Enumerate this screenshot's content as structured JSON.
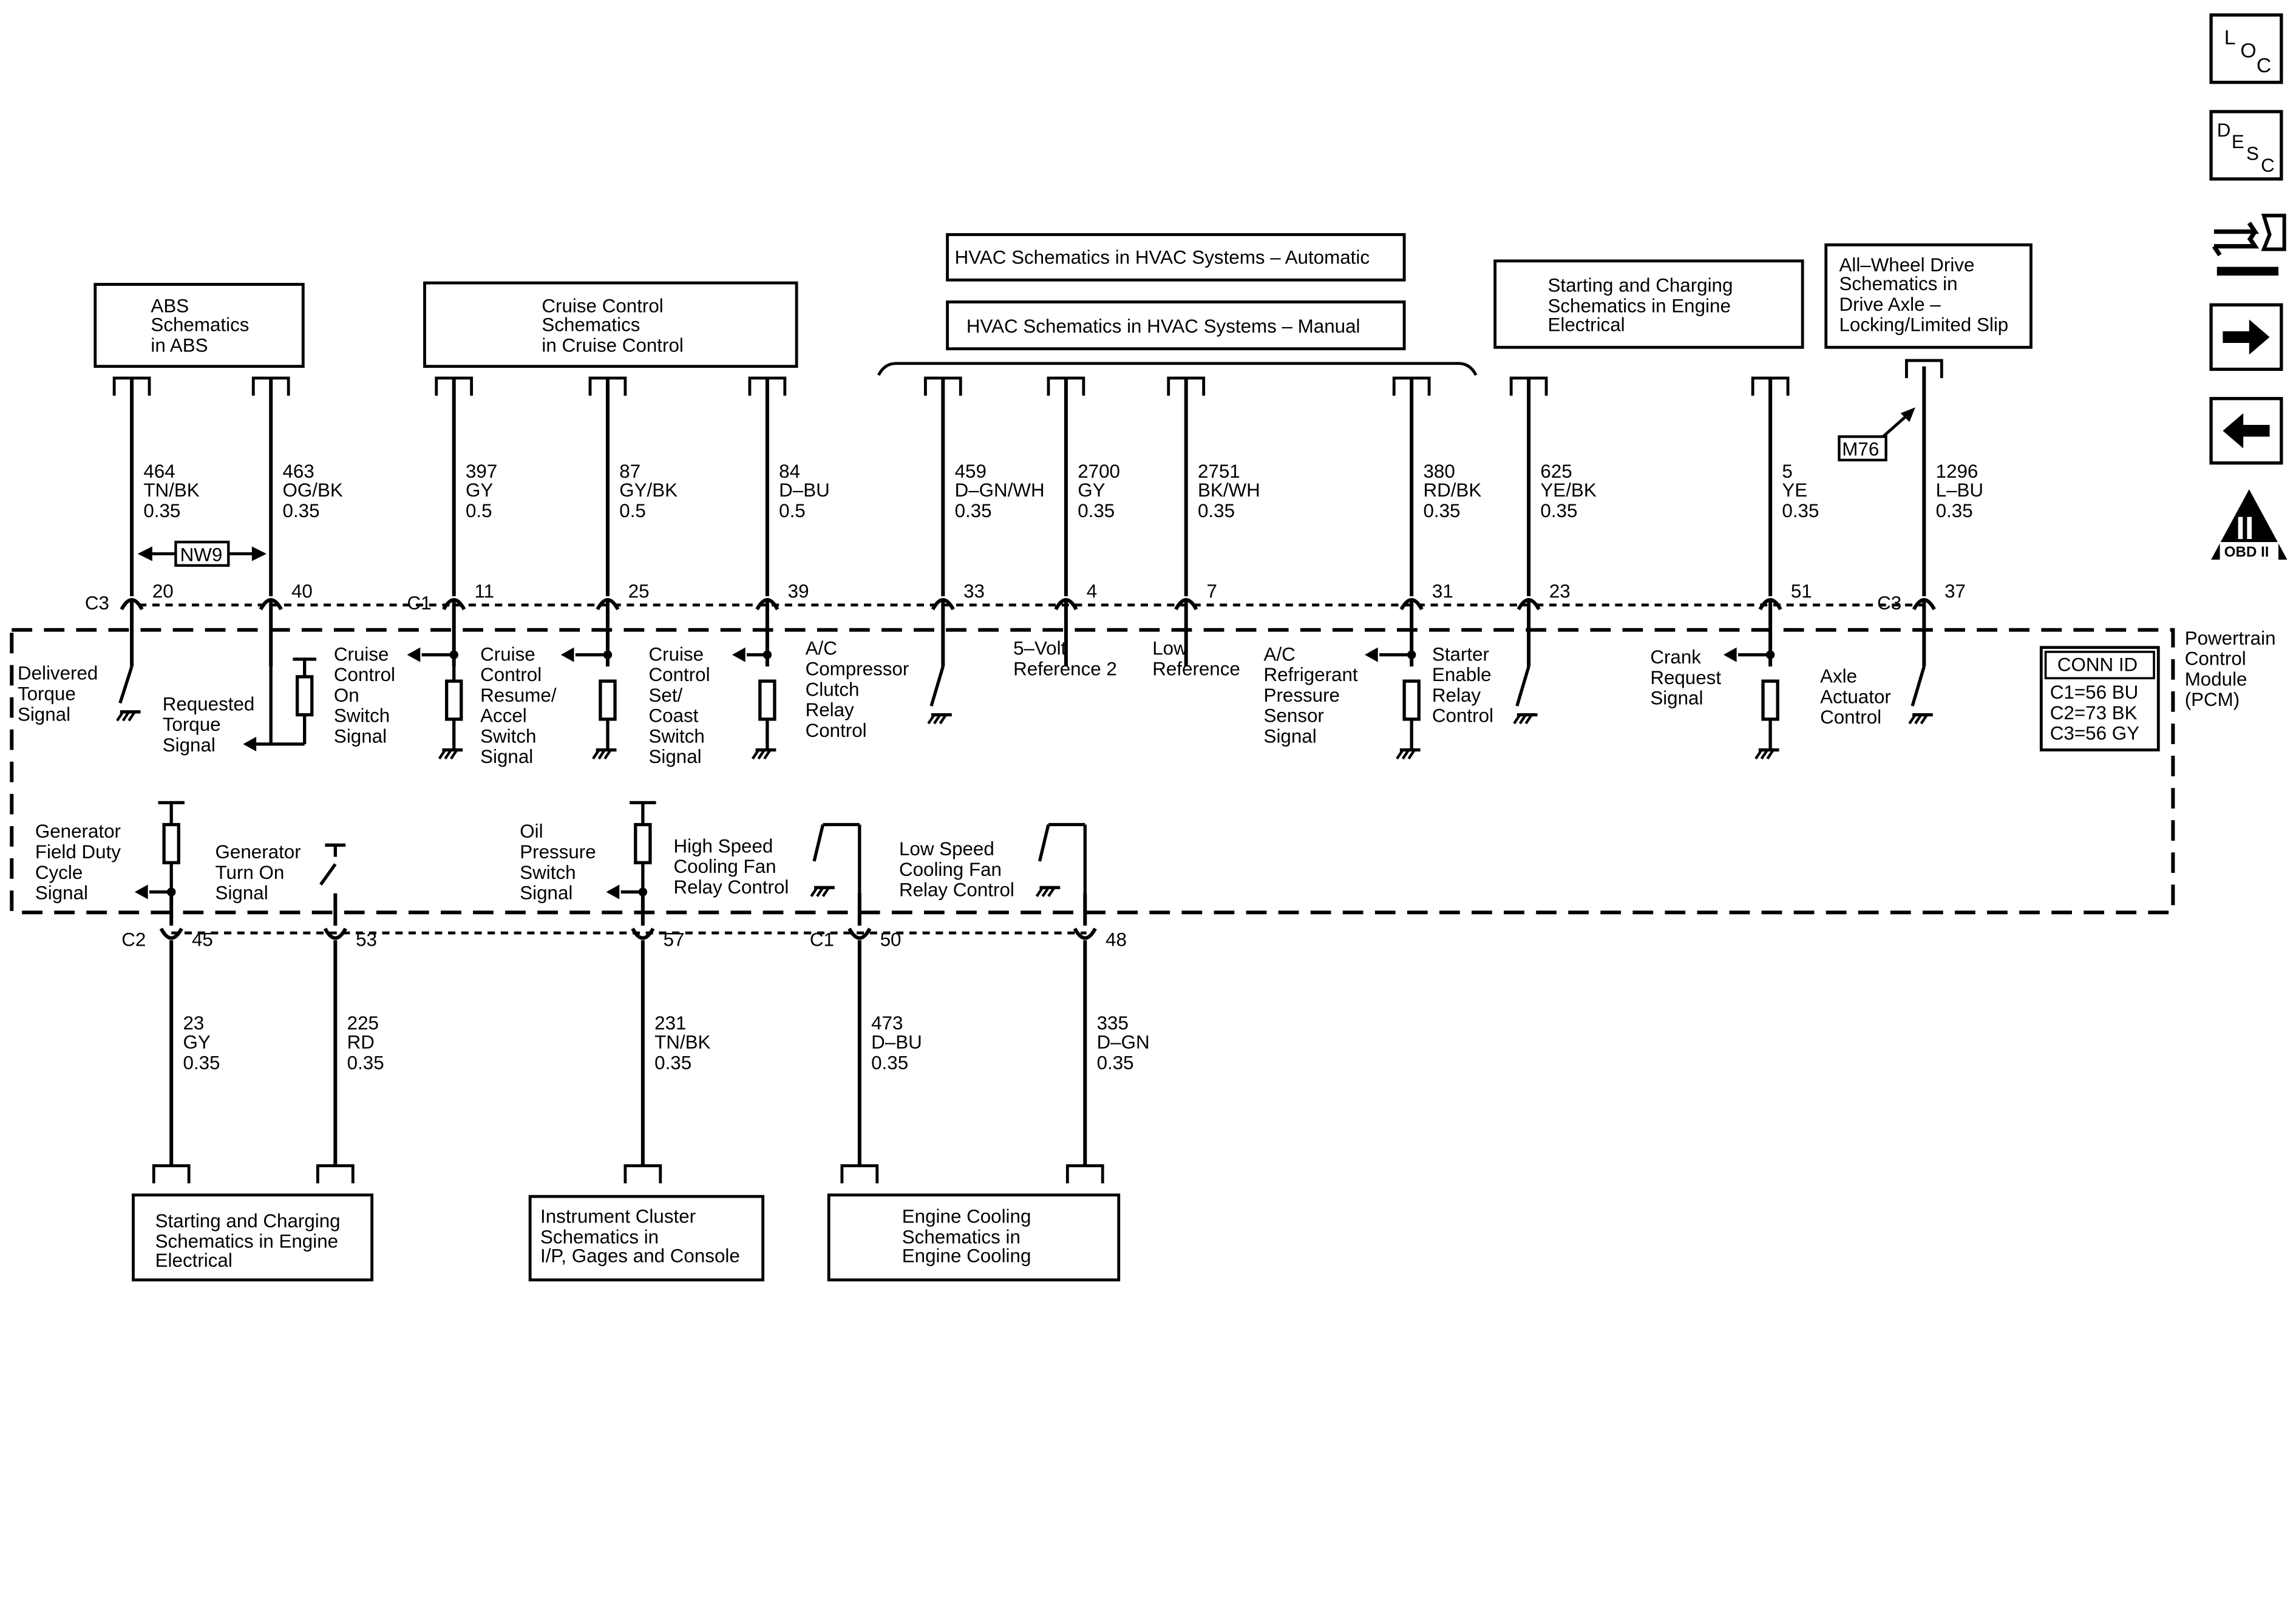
{
  "nav_icons": [
    {
      "name": "loc-icon",
      "letters": [
        "L",
        "O",
        "C"
      ]
    },
    {
      "name": "desc-icon",
      "letters": [
        "D",
        "E",
        "S",
        "C"
      ]
    },
    {
      "name": "connector-tool-icon"
    },
    {
      "name": "next-page-icon"
    },
    {
      "name": "previous-page-icon"
    },
    {
      "name": "obd2-icon",
      "roman": "II",
      "caption": "OBD II"
    }
  ],
  "boxes_top": [
    {
      "lines": [
        "ABS",
        "Schematics",
        "in ABS"
      ]
    },
    {
      "lines": [
        "Cruise Control",
        "Schematics",
        "in Cruise Control"
      ]
    },
    {
      "lines": [
        "HVAC Schematics in HVAC Systems – Automatic"
      ]
    },
    {
      "lines": [
        "HVAC Schematics in HVAC Systems – Manual"
      ]
    },
    {
      "lines": [
        "Starting and Charging",
        "Schematics in Engine",
        "Electrical"
      ]
    },
    {
      "lines": [
        "All–Wheel Drive",
        "Schematics in",
        "Drive Axle –",
        "Locking/Limited Slip"
      ]
    }
  ],
  "boxes_bottom": [
    {
      "lines": [
        "Starting and Charging",
        "Schematics in Engine",
        "Electrical"
      ]
    },
    {
      "lines": [
        "Instrument Cluster",
        "Schematics in",
        "I/P, Gages and Console"
      ]
    },
    {
      "lines": [
        "Engine Cooling",
        "Schematics in",
        "Engine Cooling"
      ]
    }
  ],
  "top_wires": [
    {
      "circuit": "464",
      "color": "TN/BK",
      "size": "0.35",
      "pin": "20",
      "connector": "C3"
    },
    {
      "circuit": "463",
      "color": "OG/BK",
      "size": "0.35",
      "pin": "40"
    },
    {
      "circuit": "397",
      "color": "GY",
      "size": "0.5",
      "pin": "11",
      "connector": "C1"
    },
    {
      "circuit": "87",
      "color": "GY/BK",
      "size": "0.5",
      "pin": "25"
    },
    {
      "circuit": "84",
      "color": "D–BU",
      "size": "0.5",
      "pin": "39"
    },
    {
      "circuit": "459",
      "color": "D–GN/WH",
      "size": "0.35",
      "pin": "33"
    },
    {
      "circuit": "2700",
      "color": "GY",
      "size": "0.35",
      "pin": "4"
    },
    {
      "circuit": "2751",
      "color": "BK/WH",
      "size": "0.35",
      "pin": "7"
    },
    {
      "circuit": "380",
      "color": "RD/BK",
      "size": "0.35",
      "pin": "31"
    },
    {
      "circuit": "625",
      "color": "YE/BK",
      "size": "0.35",
      "pin": "23"
    },
    {
      "circuit": "5",
      "color": "YE",
      "size": "0.35",
      "pin": "51"
    },
    {
      "circuit": "1296",
      "color": "L–BU",
      "size": "0.35",
      "pin": "37",
      "connector": "C3"
    }
  ],
  "bottom_wires": [
    {
      "circuit": "23",
      "color": "GY",
      "size": "0.35",
      "pin": "45",
      "connector": "C2"
    },
    {
      "circuit": "225",
      "color": "RD",
      "size": "0.35",
      "pin": "53"
    },
    {
      "circuit": "231",
      "color": "TN/BK",
      "size": "0.35",
      "pin": "57"
    },
    {
      "circuit": "473",
      "color": "D–BU",
      "size": "0.35",
      "pin": "50",
      "connector": "C1"
    },
    {
      "circuit": "335",
      "color": "D–GN",
      "size": "0.35",
      "pin": "48"
    }
  ],
  "nw9_label": "NW9",
  "m76_label": "M76",
  "signals_top": [
    {
      "lines": [
        "Delivered",
        "Torque",
        "Signal"
      ]
    },
    {
      "lines": [
        "Requested",
        "Torque",
        "Signal"
      ]
    },
    {
      "lines": [
        "Cruise",
        "Control",
        "On",
        "Switch",
        "Signal"
      ]
    },
    {
      "lines": [
        "Cruise",
        "Control",
        "Resume/",
        "Accel",
        "Switch",
        "Signal"
      ]
    },
    {
      "lines": [
        "Cruise",
        "Control",
        "Set/",
        "Coast",
        "Switch",
        "Signal"
      ]
    },
    {
      "lines": [
        "A/C",
        "Compressor",
        "Clutch",
        "Relay",
        "Control"
      ]
    },
    {
      "lines": [
        "5–Volt",
        "Reference 2"
      ]
    },
    {
      "lines": [
        "Low",
        "Reference"
      ]
    },
    {
      "lines": [
        "A/C",
        "Refrigerant",
        "Pressure",
        "Sensor",
        "Signal"
      ]
    },
    {
      "lines": [
        "Starter",
        "Enable",
        "Relay",
        "Control"
      ]
    },
    {
      "lines": [
        "Crank",
        "Request",
        "Signal"
      ]
    },
    {
      "lines": [
        "Axle",
        "Actuator",
        "Control"
      ]
    }
  ],
  "signals_bottom": [
    {
      "lines": [
        "Generator",
        "Field Duty",
        "Cycle",
        "Signal"
      ]
    },
    {
      "lines": [
        "Generator",
        "Turn On",
        "Signal"
      ]
    },
    {
      "lines": [
        "Oil",
        "Pressure",
        "Switch",
        "Signal"
      ]
    },
    {
      "lines": [
        "High Speed",
        "Cooling Fan",
        "Relay Control"
      ]
    },
    {
      "lines": [
        "Low Speed",
        "Cooling Fan",
        "Relay Control"
      ]
    }
  ],
  "module_label": [
    "Powertrain",
    "Control",
    "Module",
    "(PCM)"
  ],
  "conn_id": {
    "title": "CONN ID",
    "rows": [
      "C1=56 BU",
      "C2=73 BK",
      "C3=56 GY"
    ]
  }
}
